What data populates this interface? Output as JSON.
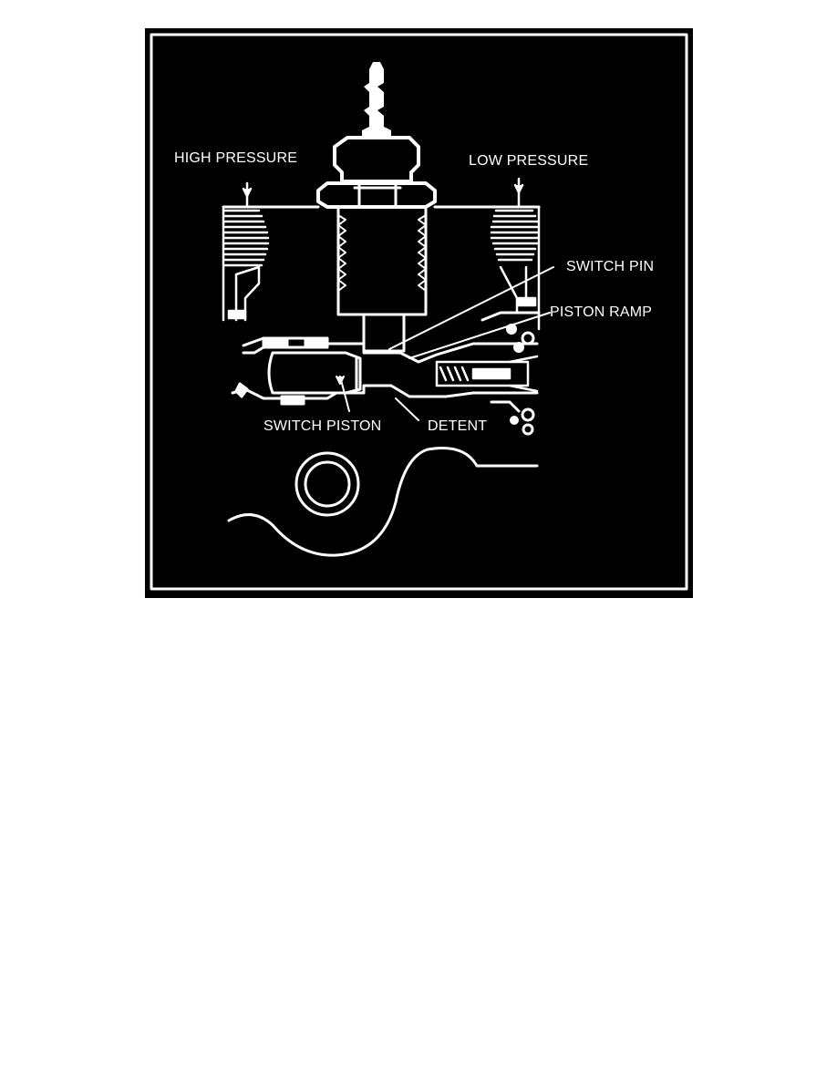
{
  "diagram": {
    "labels": {
      "high_pressure": "HIGH PRESSURE",
      "low_pressure": "LOW PRESSURE",
      "switch_pin": "SWITCH PIN",
      "piston_ramp": "PISTON RAMP",
      "switch_piston": "SWITCH PISTON",
      "detent": "DETENT"
    },
    "colors": {
      "background": "#000000",
      "line": "#ffffff",
      "page": "#ffffff"
    }
  }
}
